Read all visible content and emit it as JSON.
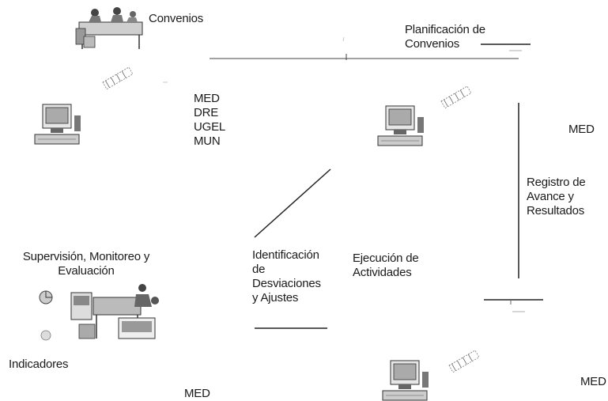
{
  "labels": {
    "convenios": "Convenios",
    "planificacion": "Planificación de\nConvenios",
    "entidades": "MED\nDRE\nUGEL\nMUN",
    "med_right": "MED",
    "registro": "Registro de\nAvance y\nResultados",
    "supervision": "Supervisión, Monitoreo y\nEvaluación",
    "identificacion": "Identificación\nde\nDesviaciones\ny Ajustes",
    "ejecucion": "Ejecución de\nActividades",
    "indicadores": "Indicadores",
    "med_bottom_left": "MED",
    "med_bottom_right": "MED"
  },
  "icons": {
    "meeting": "meeting-people-icon",
    "computer": "computer-workstation-icon",
    "office": "office-desk-icon",
    "connector": "connector-icon"
  }
}
